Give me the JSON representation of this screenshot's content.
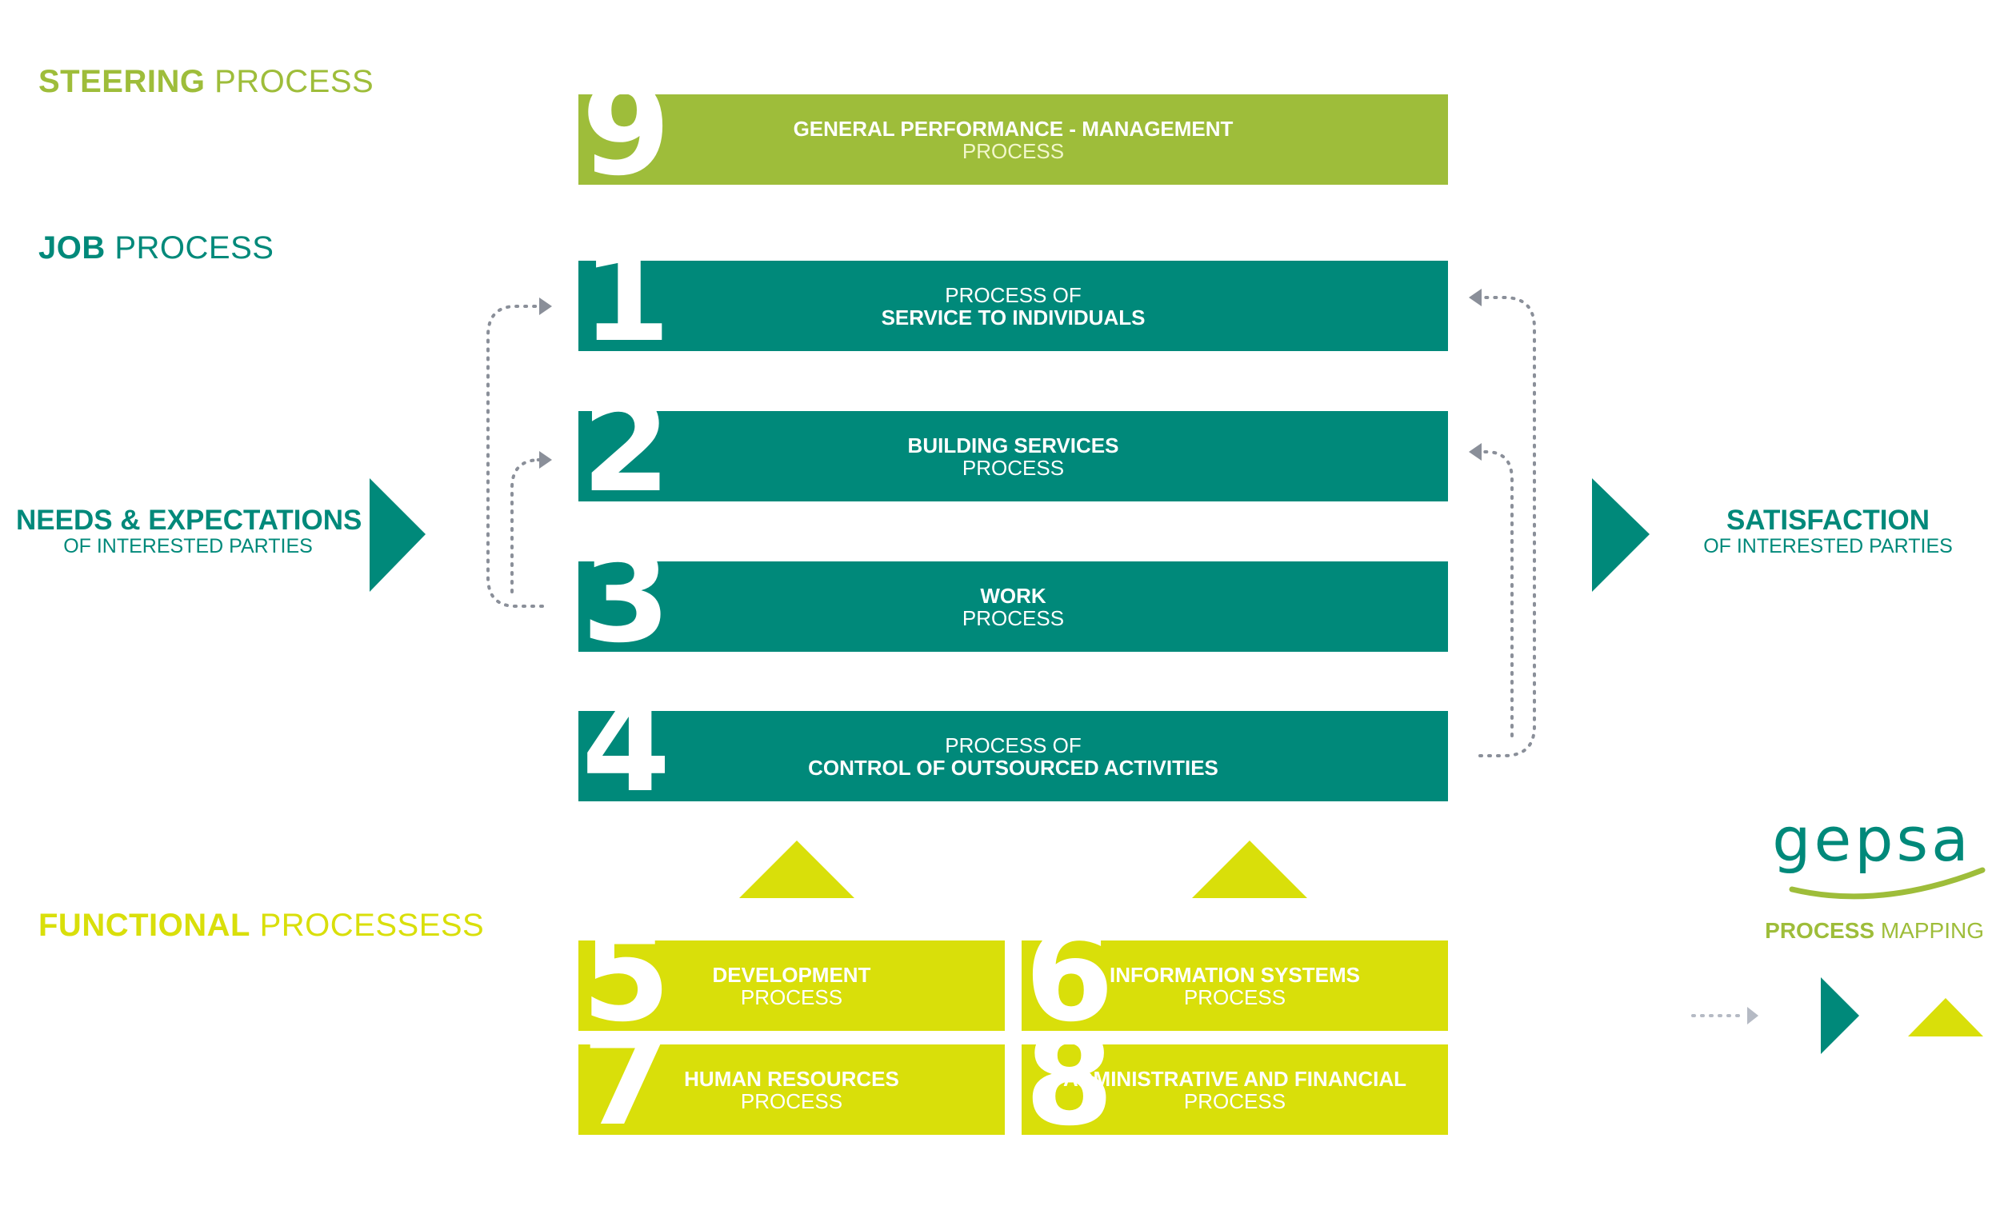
{
  "sections": {
    "steering": {
      "bold": "STEERING",
      "rest": " PROCESS"
    },
    "job": {
      "bold": "JOB",
      "rest": " PROCESS"
    },
    "functional": {
      "bold": "FUNCTIONAL",
      "rest": " PROCESSESS"
    }
  },
  "processes": {
    "p9": {
      "num": "9",
      "line1": "GENERAL PERFORMANCE - MANAGEMENT",
      "line2": "PROCESS"
    },
    "p1": {
      "num": "1",
      "line1": "PROCESS OF",
      "line2": "SERVICE TO INDIVIDUALS"
    },
    "p2": {
      "num": "2",
      "line1": "BUILDING SERVICES",
      "line2": "PROCESS"
    },
    "p3": {
      "num": "3",
      "line1": "WORK",
      "line2": "PROCESS"
    },
    "p4": {
      "num": "4",
      "line1": "PROCESS OF",
      "line2": "CONTROL OF OUTSOURCED ACTIVITIES"
    },
    "p5": {
      "num": "5",
      "line1": "DEVELOPMENT",
      "line2": "PROCESS"
    },
    "p6": {
      "num": "6",
      "line1": "INFORMATION SYSTEMS",
      "line2": "PROCESS"
    },
    "p7": {
      "num": "7",
      "line1": "HUMAN RESOURCES",
      "line2": "PROCESS"
    },
    "p8": {
      "num": "8",
      "line1": "ADMINISTRATIVE AND FINANCIAL",
      "line2": "PROCESS"
    }
  },
  "input": {
    "title": "NEEDS & EXPECTATIONS",
    "subtitle": "OF INTERESTED PARTIES"
  },
  "output": {
    "title": "SATISFACTION",
    "subtitle": "OF INTERESTED PARTIES"
  },
  "logo": {
    "text": "gepsa"
  },
  "legend": {
    "bold": "PROCESS",
    "rest": " MAPPING"
  },
  "colors": {
    "steering": "#9ebd3a",
    "job": "#00897a",
    "functional": "#d9df0a",
    "dots": "#8a8f99"
  }
}
